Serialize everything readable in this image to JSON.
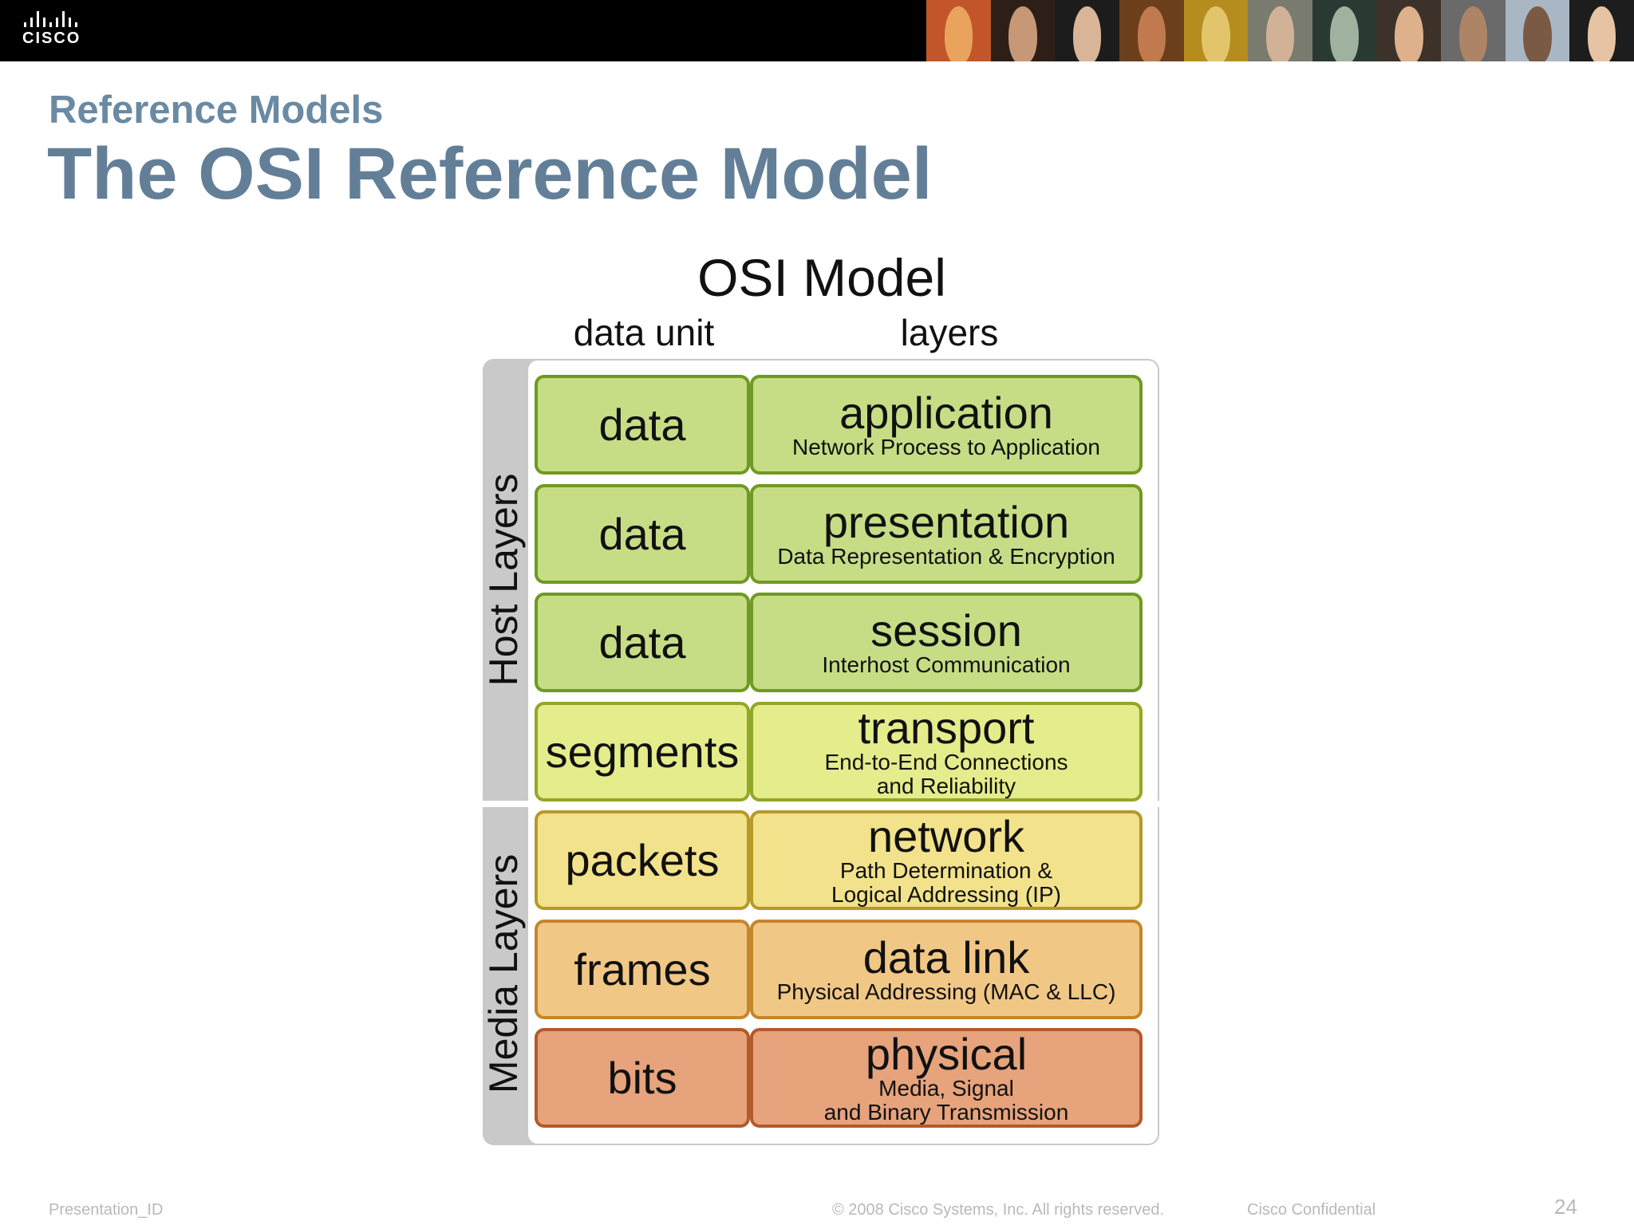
{
  "header": {
    "logo_text": "CISCO",
    "photos": [
      {
        "bg": "#c2562a",
        "face": "#e9a35c"
      },
      {
        "bg": "#2d1f18",
        "face": "#c79876"
      },
      {
        "bg": "#1c1c1c",
        "face": "#d9b597"
      },
      {
        "bg": "#6b3f1c",
        "face": "#c07a4d"
      },
      {
        "bg": "#b58d1e",
        "face": "#e2c56b"
      },
      {
        "bg": "#7a7b6f",
        "face": "#d2b296"
      },
      {
        "bg": "#2a3a33",
        "face": "#9fb19f"
      },
      {
        "bg": "#3c3229",
        "face": "#dcb18c"
      },
      {
        "bg": "#6a6a6a",
        "face": "#ad8566"
      },
      {
        "bg": "#a9b7c4",
        "face": "#7a5a44"
      },
      {
        "bg": "#1d1d1d",
        "face": "#e6c4a3"
      }
    ]
  },
  "slide": {
    "subtitle": "Reference Models",
    "title": "The OSI Reference Model"
  },
  "diagram": {
    "title": "OSI Model",
    "col_data_unit": "data unit",
    "col_layers": "layers",
    "host_label": "Host Layers",
    "media_label": "Media Layers",
    "rows": [
      {
        "unit": "data",
        "name": "application",
        "desc": [
          "Network Process to Application"
        ],
        "fill": "#c6dd86",
        "border": "#6f9a23"
      },
      {
        "unit": "data",
        "name": "presentation",
        "desc": [
          "Data Representation & Encryption"
        ],
        "fill": "#c6dd86",
        "border": "#6f9a23"
      },
      {
        "unit": "data",
        "name": "session",
        "desc": [
          "Interhost Communication"
        ],
        "fill": "#c6dd86",
        "border": "#6f9a23"
      },
      {
        "unit": "segments",
        "name": "transport",
        "desc": [
          "End-to-End Connections",
          "and Reliability"
        ],
        "fill": "#e4ec8b",
        "border": "#93a727"
      },
      {
        "unit": "packets",
        "name": "network",
        "desc": [
          "Path Determination &",
          "Logical Addressing (IP)"
        ],
        "fill": "#f2e28b",
        "border": "#b59a28"
      },
      {
        "unit": "frames",
        "name": "data link",
        "desc": [
          "Physical Addressing (MAC & LLC)"
        ],
        "fill": "#f1c786",
        "border": "#c5852b"
      },
      {
        "unit": "bits",
        "name": "physical",
        "desc": [
          "Media, Signal",
          "and Binary Transmission"
        ],
        "fill": "#e6a37c",
        "border": "#b45a2a"
      }
    ]
  },
  "footer": {
    "presentation_id": "Presentation_ID",
    "copyright": "© 2008 Cisco Systems, Inc. All rights reserved.",
    "confidential": "Cisco Confidential",
    "page_number": "24"
  }
}
